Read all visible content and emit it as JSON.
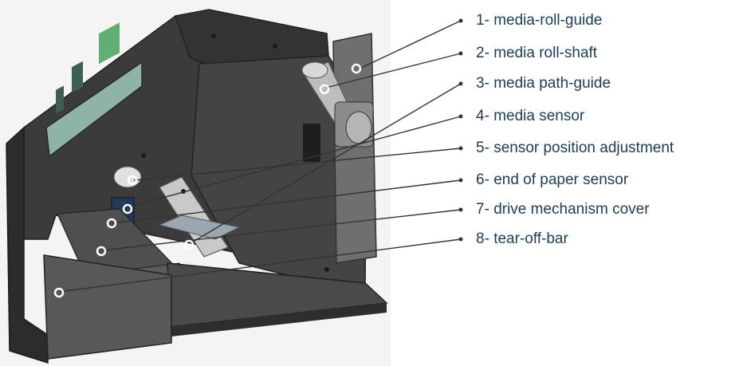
{
  "callouts": [
    {
      "number": "1-",
      "text": "media-roll-guide"
    },
    {
      "number": "2-",
      "text": "media roll-shaft"
    },
    {
      "number": "3-",
      "text": "media path-guide"
    },
    {
      "number": "4-",
      "text": "media sensor"
    },
    {
      "number": "5-",
      "text": "sensor position adjustment"
    },
    {
      "number": "6-",
      "text": "end of paper sensor"
    },
    {
      "number": "7-",
      "text": "drive mechanism cover"
    },
    {
      "number": "8-",
      "text": "tear-off-bar"
    }
  ],
  "colors": {
    "label_text": "#1d3c57",
    "leader_line": "#333333",
    "device_body": "#3d3d3d",
    "device_dark": "#2b2b2b",
    "display_green": "#5fae72",
    "display_panel": "#8fb3a8",
    "background": "#ffffff"
  }
}
